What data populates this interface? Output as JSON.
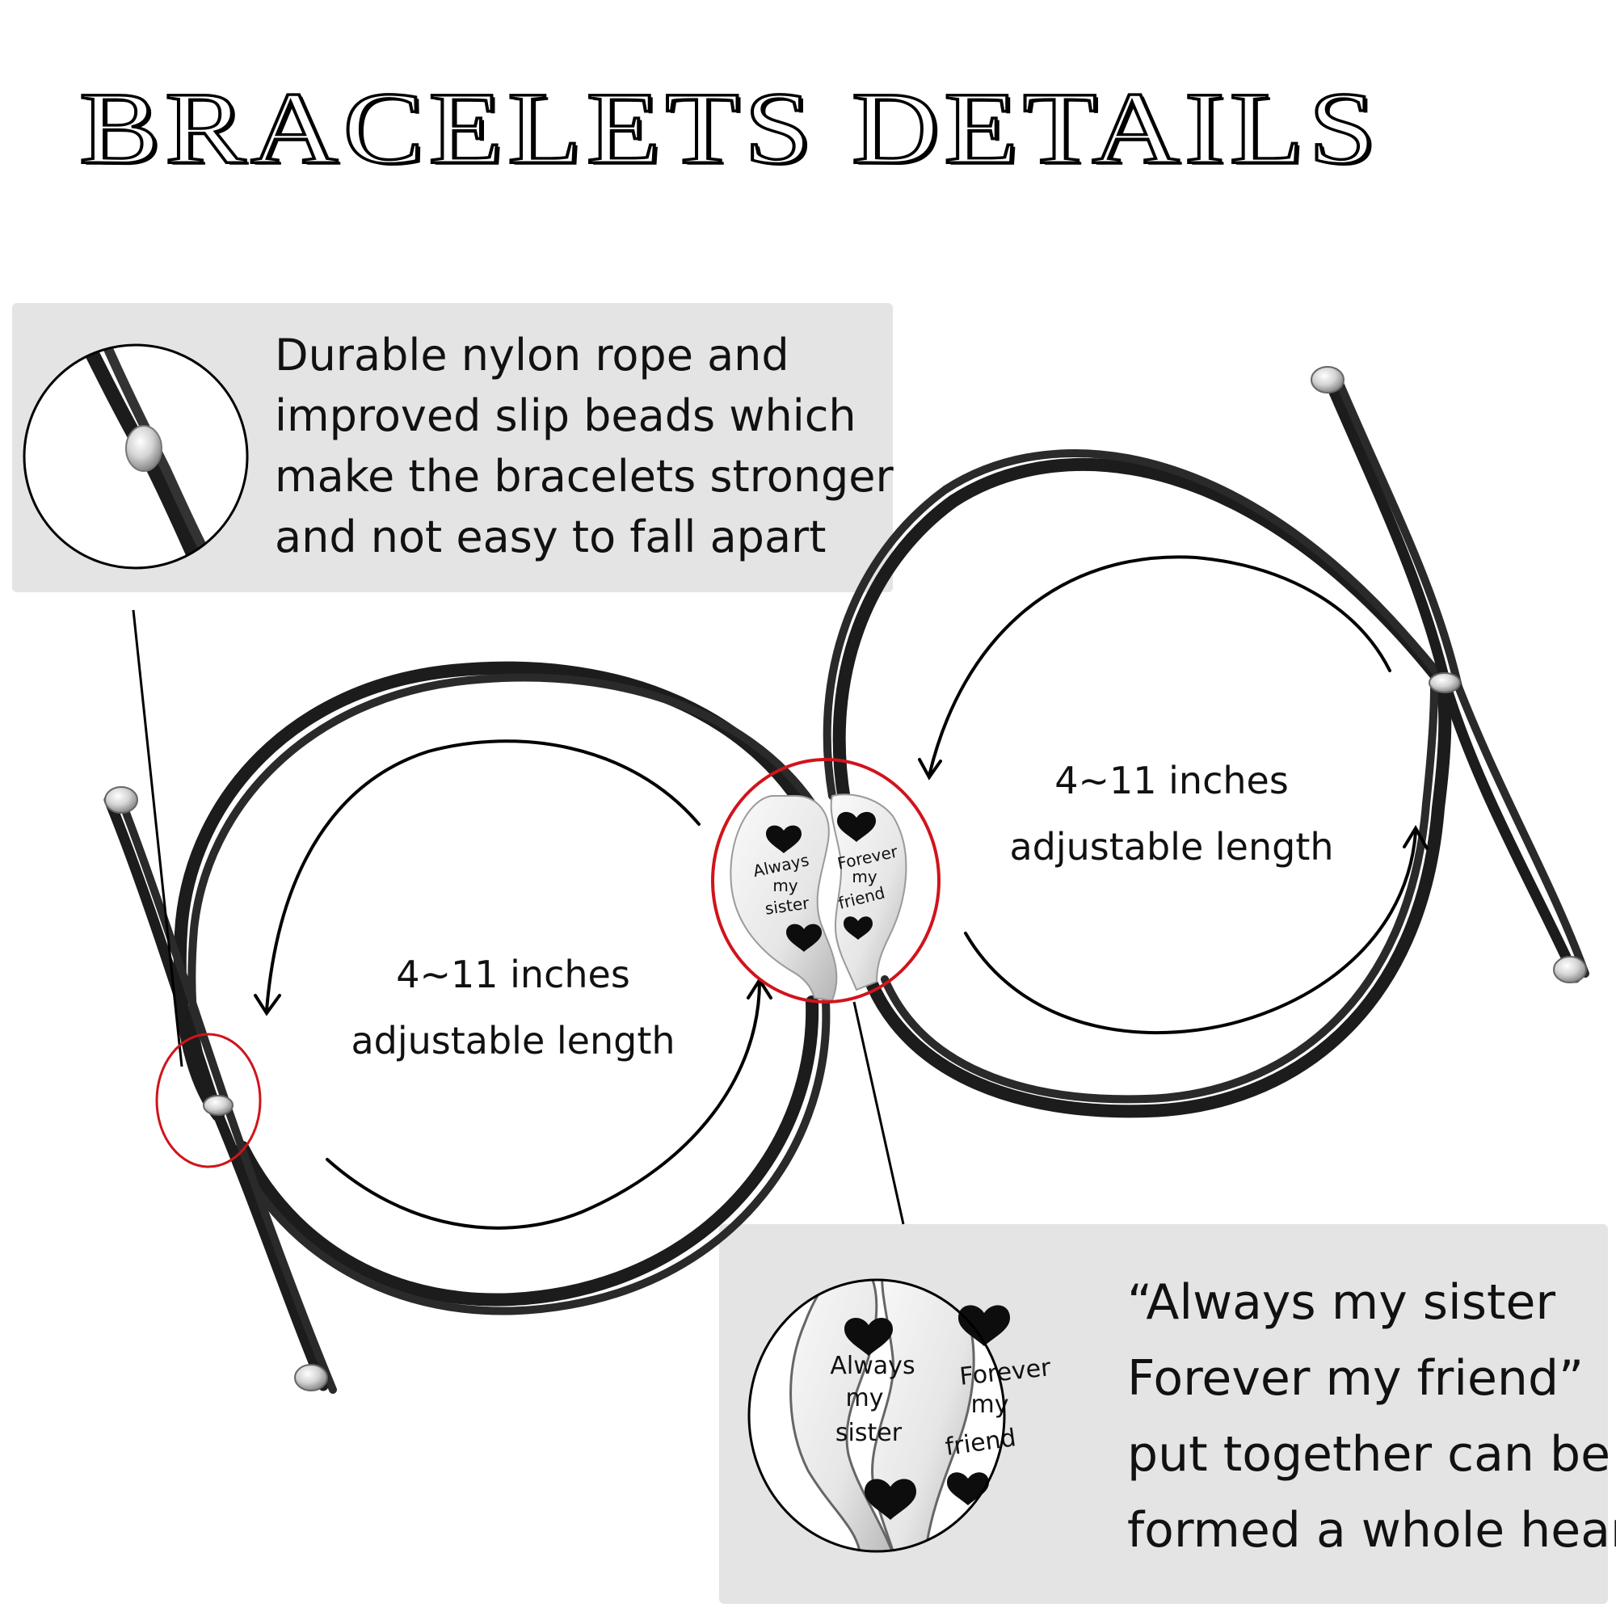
{
  "title": "BRACELETS DETAILS",
  "callouts": {
    "rope": {
      "lines": [
        "Durable nylon rope and",
        "improved slip beads which",
        "make the bracelets stronger",
        "and not easy to fall apart"
      ],
      "icon": "slip-bead-closeup"
    },
    "pendant": {
      "lines": [
        "“Always my sister",
        "Forever my friend”",
        "put together can be",
        "formed a whole heart"
      ],
      "icon": "split-heart-pendant-closeup"
    }
  },
  "length_labels": {
    "left": {
      "line1": "4~11 inches",
      "line2": "adjustable length"
    },
    "right": {
      "line1": "4~11 inches",
      "line2": "adjustable length"
    }
  },
  "pendant_engraving": {
    "left_half": [
      "Always",
      "my",
      "sister"
    ],
    "right_half": [
      "Forever",
      "my",
      "friend"
    ]
  },
  "colors": {
    "panel_bg": "#e4e4e4",
    "highlight_ring": "#d0141c",
    "cord": "#1a1a1a",
    "metal": "#d9d9d9"
  }
}
